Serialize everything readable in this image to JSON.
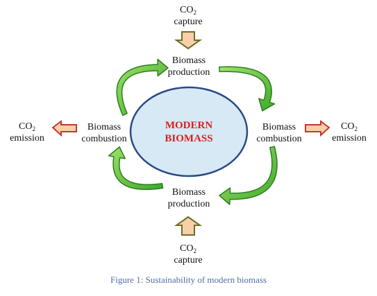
{
  "center": {
    "line1": "MODERN",
    "line2": "BIOMASS"
  },
  "stages": {
    "top": {
      "line1": "Biomass",
      "line2": "production"
    },
    "bottom": {
      "line1": "Biomass",
      "line2": "production"
    },
    "left": {
      "line1": "Biomass",
      "line2": "combustion"
    },
    "right": {
      "line1": "Biomass",
      "line2": "combustion"
    }
  },
  "flows": {
    "top_capture": {
      "chem": "CO",
      "sub": "2",
      "word": "capture"
    },
    "bottom_capture": {
      "chem": "CO",
      "sub": "2",
      "word": "capture"
    },
    "left_emission": {
      "chem": "CO",
      "sub": "2",
      "word": "emission"
    },
    "right_emission": {
      "chem": "CO",
      "sub": "2",
      "word": "emission"
    }
  },
  "caption": "Figure 1: Sustainability of modern biomass",
  "colors": {
    "ellipse_fill": "#d6e9f5",
    "ellipse_stroke": "#2b4a86",
    "center_text": "#e01a1a",
    "cycle_arrow_fill": "#5fc43a",
    "cycle_arrow_stroke": "#2f7d1e",
    "capture_arrow_fill": "#f8cfa9",
    "capture_arrow_stroke": "#6e6e2a",
    "emission_arrow_fill": "#f8cfa9",
    "emission_arrow_stroke": "#c0392b",
    "caption": "#4f6fa8"
  },
  "icons": [
    "cycle-arrow-icon",
    "capture-arrow-icon",
    "emission-arrow-icon"
  ]
}
